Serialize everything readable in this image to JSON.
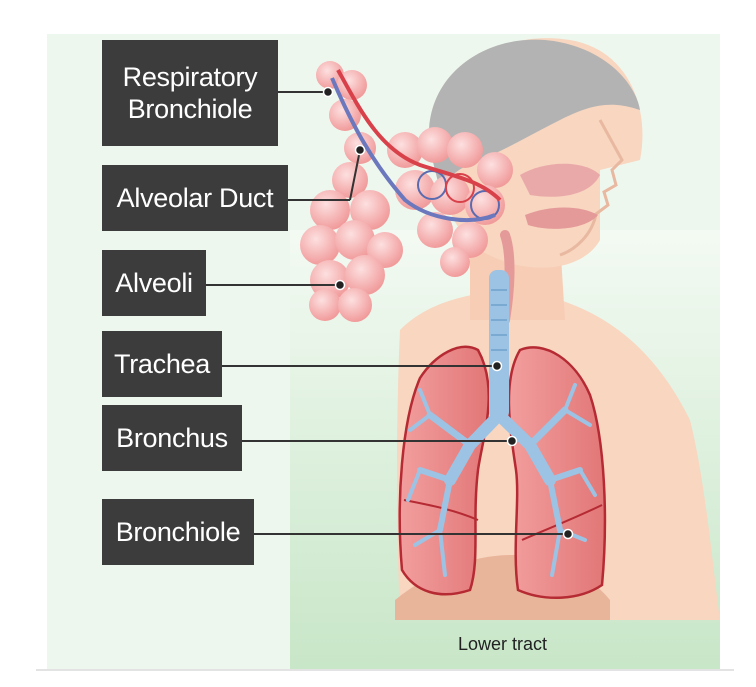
{
  "labels": {
    "respiratory_bronchiole": "Respiratory Bronchiole",
    "alveolar_duct": "Alveolar Duct",
    "alveoli": "Alveoli",
    "trachea": "Trachea",
    "bronchus": "Bronchus",
    "bronchiole": "Bronchiole"
  },
  "footer": {
    "tract": "Lower tract"
  },
  "colors": {
    "label_bg": "#3c3c3c",
    "label_text": "#ffffff",
    "skin": "#f8d6c0",
    "lung": "#e07a7a",
    "lung_outline": "#b52a33",
    "airway": "#9cc3e4",
    "alveolus": "#f6a3a3",
    "hair": "#b3b3b3",
    "background_light": "#eef7ee",
    "background_green": "#cfe9cf"
  }
}
